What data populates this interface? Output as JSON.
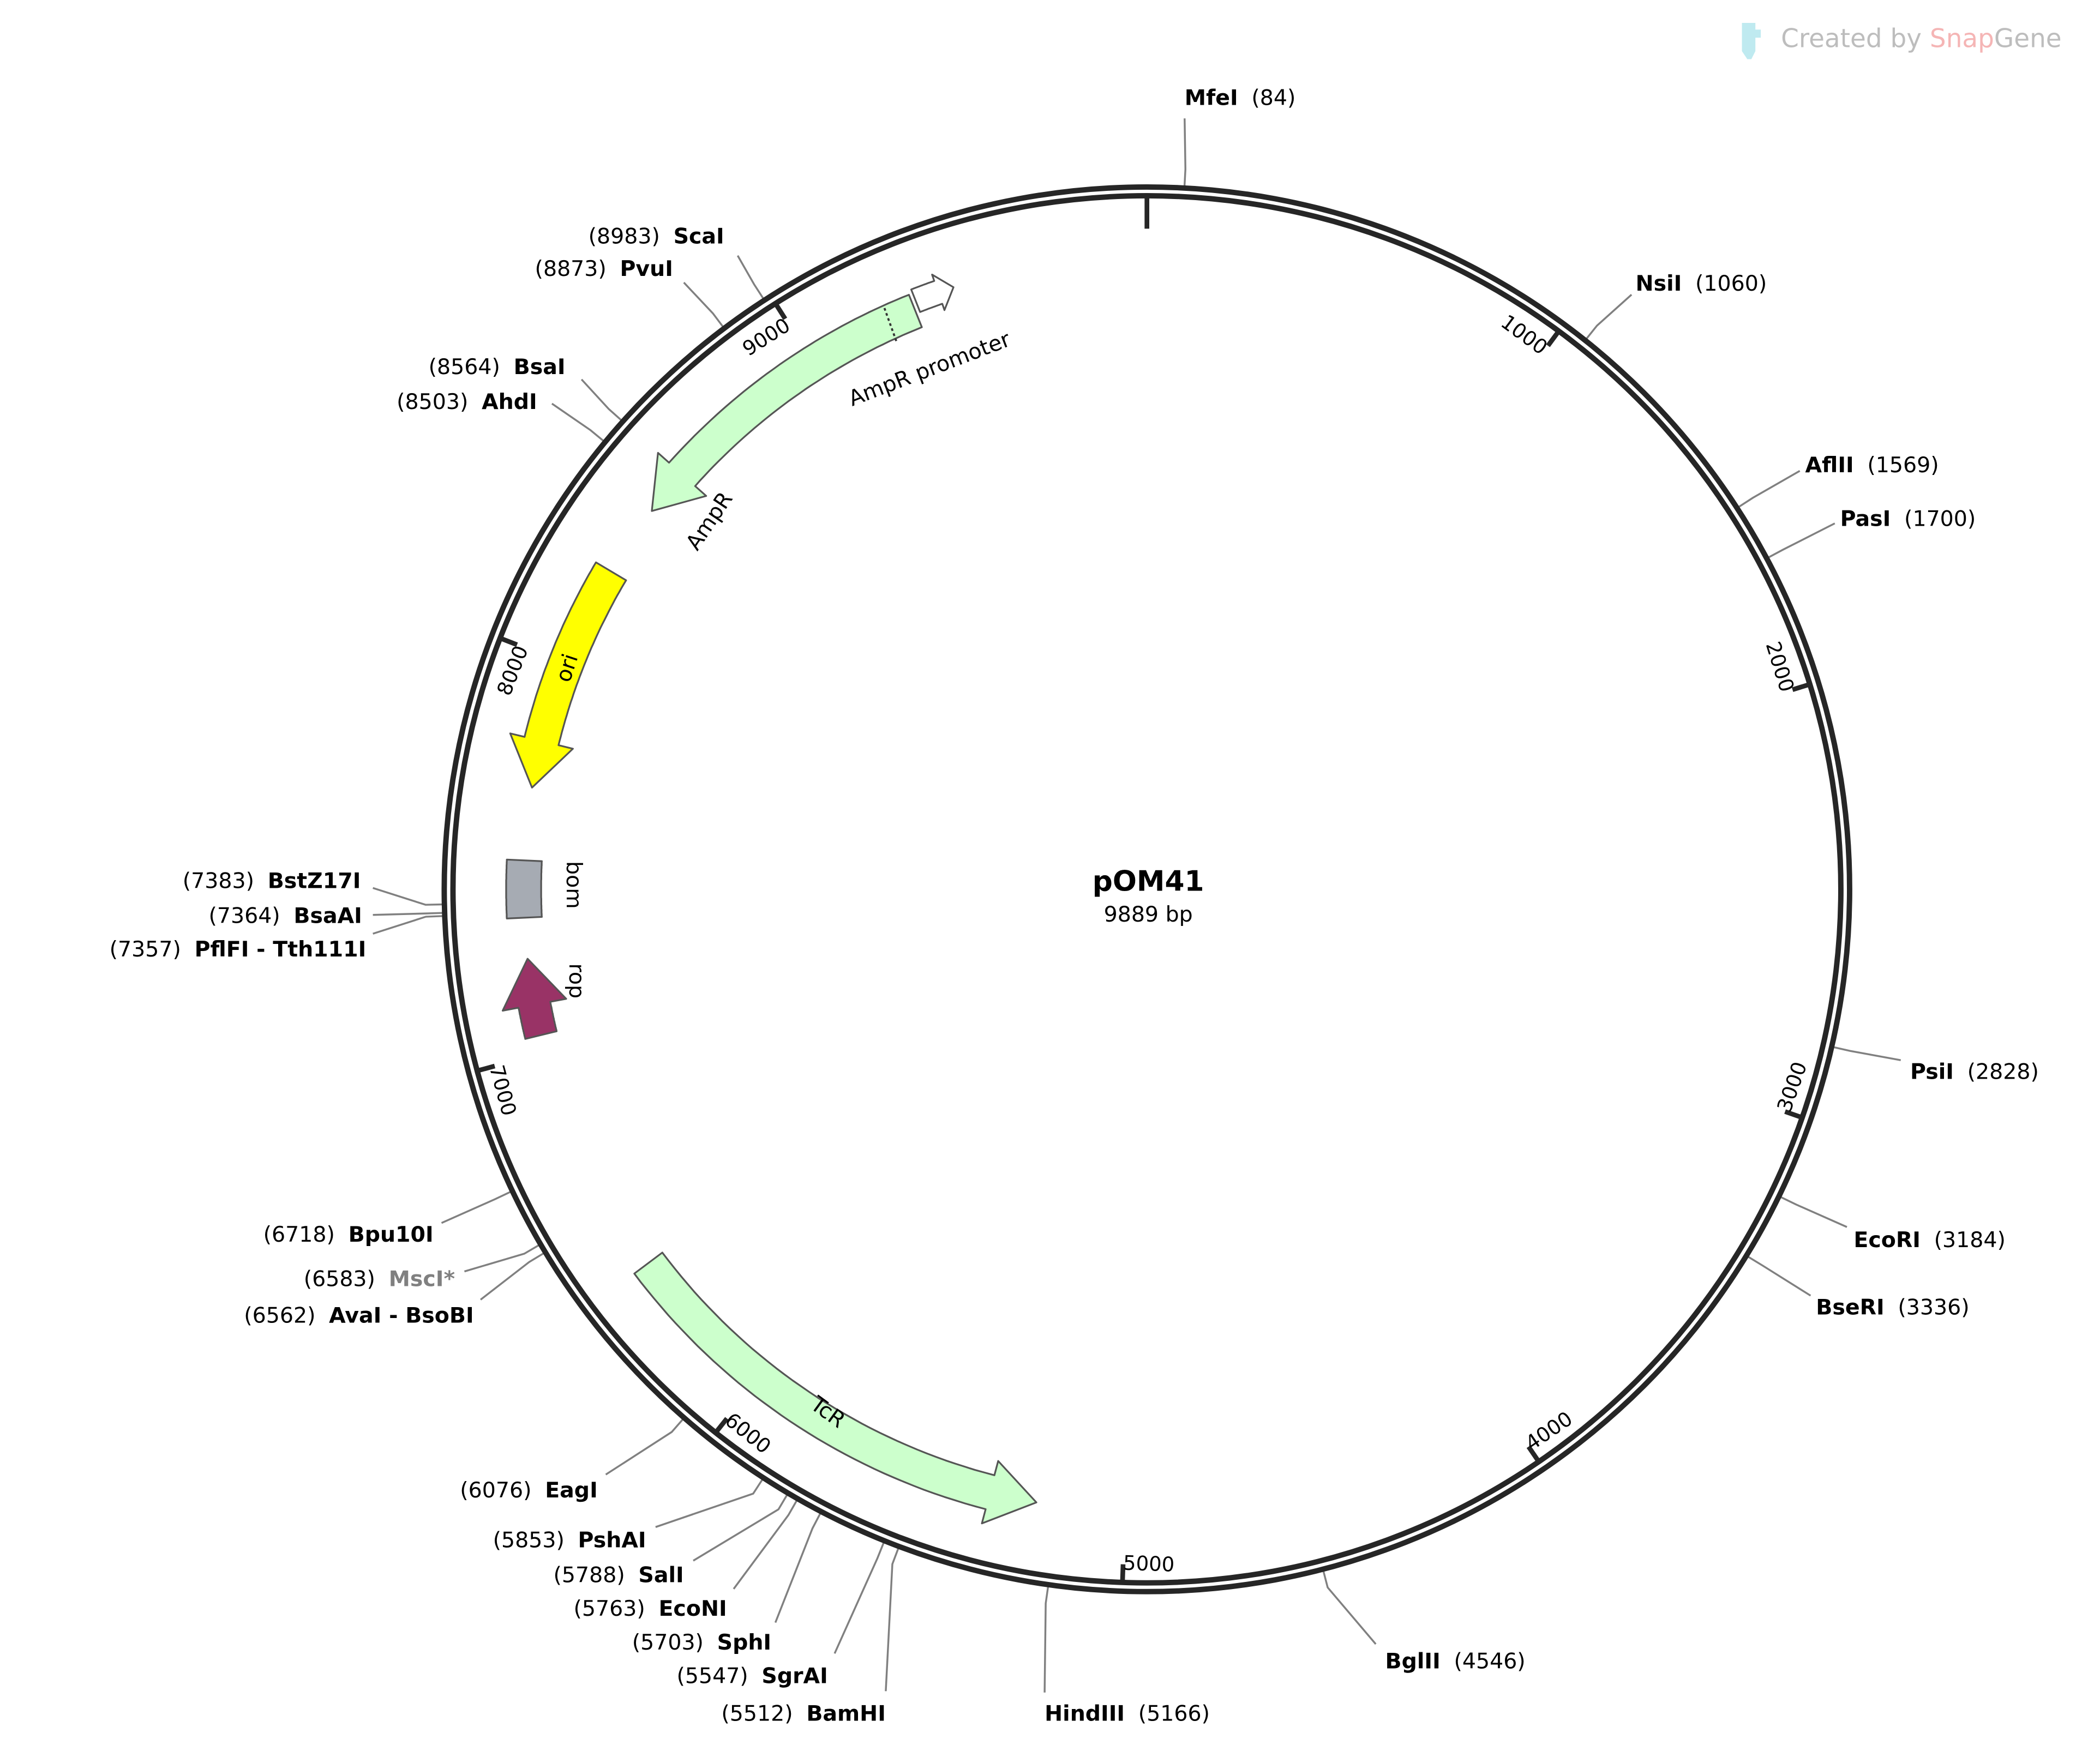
{
  "logo": {
    "prefix": "Created by ",
    "brand_a": "Snap",
    "brand_b": "Gene"
  },
  "plasmid": {
    "name": "pOM41",
    "length_label": "9889 bp",
    "length": 9889
  },
  "ticks": [
    "1000",
    "2000",
    "3000",
    "4000",
    "5000",
    "6000",
    "7000",
    "8000",
    "9000"
  ],
  "features": [
    {
      "name": "AmpR",
      "label": "AmpR",
      "start": 8444,
      "end": 9290,
      "direction": "reverse",
      "color": "#ccffcc"
    },
    {
      "name": "AmpR promoter",
      "label": "AmpR promoter",
      "start": 9300,
      "end": 9400,
      "direction": "forward",
      "color": "#ffffff"
    },
    {
      "name": "ori",
      "label": "ori",
      "start": 7675,
      "end": 8260,
      "direction": "reverse",
      "color": "#ffff00"
    },
    {
      "name": "bom",
      "label": "bom",
      "start": 7345,
      "end": 7490,
      "direction": "none",
      "color": "#a6abb3"
    },
    {
      "name": "rop",
      "label": "rop",
      "start": 7045,
      "end": 7241,
      "direction": "forward",
      "color": "#993366"
    },
    {
      "name": "TcR",
      "label": "TcR",
      "start": 5225,
      "end": 6404,
      "direction": "reverse",
      "color": "#ccffcc"
    }
  ],
  "sites": [
    {
      "name": "MfeI",
      "pos": "(84)",
      "bp": 84
    },
    {
      "name": "NsiI",
      "pos": "(1060)",
      "bp": 1060
    },
    {
      "name": "AflII",
      "pos": "(1569)",
      "bp": 1569
    },
    {
      "name": "PasI",
      "pos": "(1700)",
      "bp": 1700
    },
    {
      "name": "PsiI",
      "pos": "(2828)",
      "bp": 2828
    },
    {
      "name": "EcoRI",
      "pos": "(3184)",
      "bp": 3184
    },
    {
      "name": "BseRI",
      "pos": "(3336)",
      "bp": 3336
    },
    {
      "name": "BglII",
      "pos": "(4546)",
      "bp": 4546
    },
    {
      "name": "HindIII",
      "pos": "(5166)",
      "bp": 5166
    },
    {
      "name": "BamHI",
      "pos": "(5512)",
      "bp": 5512
    },
    {
      "name": "SgrAI",
      "pos": "(5547)",
      "bp": 5547
    },
    {
      "name": "SphI",
      "pos": "(5703)",
      "bp": 5703
    },
    {
      "name": "EcoNI",
      "pos": "(5763)",
      "bp": 5763
    },
    {
      "name": "SalI",
      "pos": "(5788)",
      "bp": 5788
    },
    {
      "name": "PshAI",
      "pos": "(5853)",
      "bp": 5853
    },
    {
      "name": "EagI",
      "pos": "(6076)",
      "bp": 6076
    },
    {
      "name": "AvaI - BsoBI",
      "pos": "(6562)",
      "bp": 6562
    },
    {
      "name": "MscI*",
      "pos": "(6583)",
      "bp": 6583,
      "muted": true
    },
    {
      "name": "Bpu10I",
      "pos": "(6718)",
      "bp": 6718
    },
    {
      "name": "PflFI - Tth111I",
      "pos": "(7357)",
      "bp": 7357
    },
    {
      "name": "BsaAI",
      "pos": "(7364)",
      "bp": 7364
    },
    {
      "name": "BstZ17I",
      "pos": "(7383)",
      "bp": 7383
    },
    {
      "name": "AhdI",
      "pos": "(8503)",
      "bp": 8503
    },
    {
      "name": "BsaI",
      "pos": "(8564)",
      "bp": 8564
    },
    {
      "name": "PvuI",
      "pos": "(8873)",
      "bp": 8873
    },
    {
      "name": "ScaI",
      "pos": "(8983)",
      "bp": 8983
    }
  ]
}
